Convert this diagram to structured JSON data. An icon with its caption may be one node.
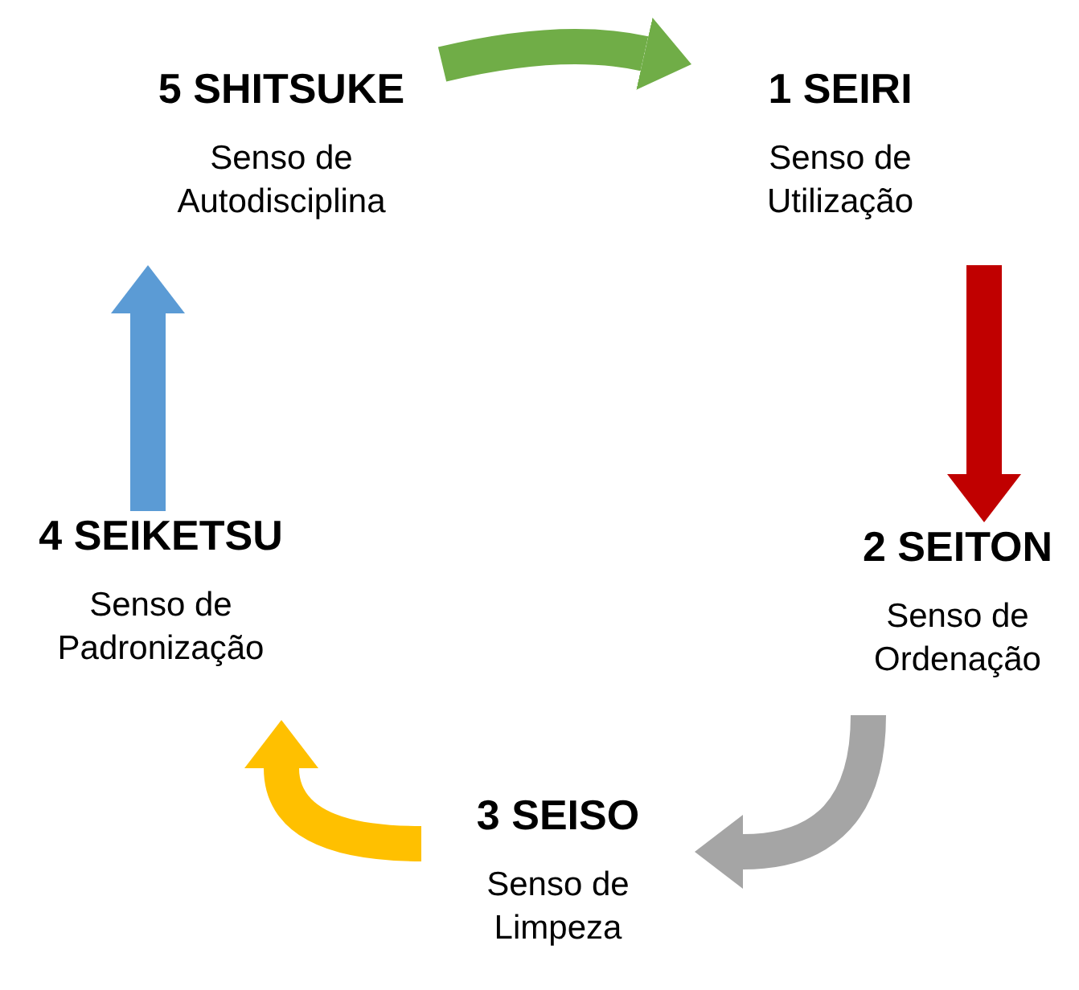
{
  "diagram": {
    "nodes": [
      {
        "text": [
          "5 SHITSUKE",
          "Senso de Autodisciplina"
        ]
      },
      {
        "text": [
          "1 SEIRI",
          "Senso de Utilização"
        ]
      },
      {
        "text": [
          "4 SEIKETSU",
          "Senso de Padronização"
        ]
      },
      {
        "text": [
          "2 SEITON",
          "Senso de Ordenação"
        ]
      },
      {
        "text": [
          "3 SEISO",
          "Senso de Limpeza"
        ]
      }
    ],
    "edges": [
      {
        "from": 0,
        "to": 1,
        "arrow": "to",
        "color": "#70ad47"
      },
      {
        "from": 1,
        "to": 3,
        "arrow": "to",
        "color": "#c00000"
      },
      {
        "from": 3,
        "to": 4,
        "arrow": "to",
        "color": "#a5a5a5"
      },
      {
        "from": 4,
        "to": 2,
        "arrow": "to",
        "color": "#ffc000"
      },
      {
        "from": 2,
        "to": 0,
        "arrow": "to",
        "color": "#5b9bd5"
      }
    ]
  }
}
